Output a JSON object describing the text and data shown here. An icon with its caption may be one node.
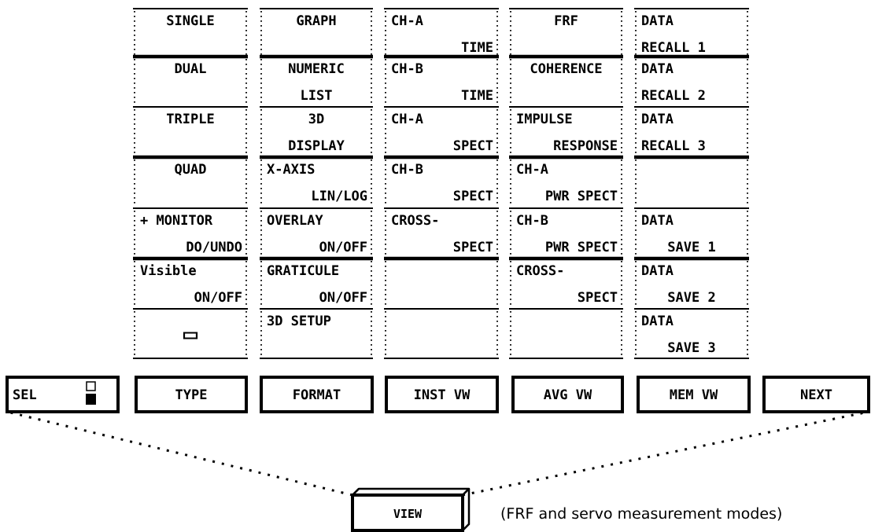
{
  "diagram": {
    "nodes": [
      {
        "text": [
          "SINGLE"
        ]
      },
      {
        "text": [
          "DUAL"
        ]
      },
      {
        "text": [
          "TRIPLE"
        ]
      },
      {
        "text": [
          "QUAD"
        ]
      },
      {
        "text": [
          "+ MONITOR",
          "DO/UNDO"
        ]
      },
      {
        "text": [
          "Visible",
          "ON/OFF"
        ]
      },
      {
        "text": [],
        "shape": "box"
      },
      {
        "text": [
          "GRAPH"
        ]
      },
      {
        "text": [
          "NUMERIC",
          "LIST"
        ]
      },
      {
        "text": [
          "3D",
          "DISPLAY"
        ]
      },
      {
        "text": [
          "X-AXIS",
          "LIN/LOG"
        ]
      },
      {
        "text": [
          "OVERLAY",
          "ON/OFF"
        ]
      },
      {
        "text": [
          "GRATICULE",
          "ON/OFF"
        ]
      },
      {
        "text": [
          "3D SETUP"
        ]
      },
      {
        "text": [
          "CH-A",
          "TIME"
        ]
      },
      {
        "text": [
          "CH-B",
          "TIME"
        ]
      },
      {
        "text": [
          "CH-A",
          "SPECT"
        ]
      },
      {
        "text": [
          "CH-B",
          "SPECT"
        ]
      },
      {
        "text": [
          "CROSS-",
          "SPECT"
        ]
      },
      {
        "text": [],
        "shape": "box"
      },
      {
        "text": [],
        "shape": "box"
      },
      {
        "text": [
          "FRF"
        ]
      },
      {
        "text": [
          "COHERENCE"
        ]
      },
      {
        "text": [
          "IMPULSE",
          "RESPONSE"
        ]
      },
      {
        "text": [
          "CH-A",
          "PWR SPECT"
        ]
      },
      {
        "text": [
          "CH-B",
          "PWR SPECT"
        ]
      },
      {
        "text": [
          "CROSS-",
          "SPECT"
        ]
      },
      {
        "text": [],
        "shape": "box"
      },
      {
        "text": [
          "DATA",
          "RECALL 1"
        ]
      },
      {
        "text": [
          "DATA",
          "RECALL 2"
        ]
      },
      {
        "text": [
          "DATA",
          "RECALL 3"
        ]
      },
      {
        "text": [],
        "shape": "box"
      },
      {
        "text": [
          "DATA",
          "SAVE 1"
        ]
      },
      {
        "text": [
          "DATA",
          "SAVE 2"
        ]
      },
      {
        "text": [
          "DATA",
          "SAVE 3"
        ]
      },
      {
        "text": [
          "SEL"
        ]
      },
      {
        "text": [
          "TYPE"
        ]
      },
      {
        "text": [
          "FORMAT"
        ]
      },
      {
        "text": [
          "INST VW"
        ]
      },
      {
        "text": [
          "AVG VW"
        ]
      },
      {
        "text": [
          "MEM VW"
        ]
      },
      {
        "text": [
          "NEXT"
        ]
      },
      {
        "text": [
          "VIEW"
        ],
        "beside": [
          "(FRF and servo measurement modes)"
        ]
      }
    ],
    "edges": [
      {
        "from": 42,
        "to": 35,
        "arrow": "none",
        "style": "dashed"
      },
      {
        "from": 42,
        "to": 41,
        "arrow": "none",
        "style": "dashed"
      }
    ]
  }
}
